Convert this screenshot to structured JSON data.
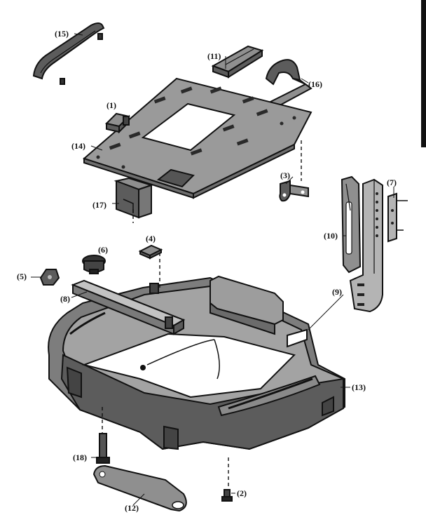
{
  "diagram": {
    "parts": [
      {
        "id": "p1",
        "label": "(1)"
      },
      {
        "id": "p2",
        "label": "(2)"
      },
      {
        "id": "p3",
        "label": "(3)"
      },
      {
        "id": "p4",
        "label": "(4)"
      },
      {
        "id": "p5",
        "label": "(5)"
      },
      {
        "id": "p6",
        "label": "(6)"
      },
      {
        "id": "p7",
        "label": "(7)"
      },
      {
        "id": "p8",
        "label": "(8)"
      },
      {
        "id": "p9",
        "label": "(9)"
      },
      {
        "id": "p10",
        "label": "(10)"
      },
      {
        "id": "p11",
        "label": "(11)"
      },
      {
        "id": "p12",
        "label": "(12)"
      },
      {
        "id": "p13",
        "label": "(13)"
      },
      {
        "id": "p14",
        "label": "(14)"
      },
      {
        "id": "p15",
        "label": "(15)"
      },
      {
        "id": "p16",
        "label": "(16)"
      },
      {
        "id": "p17",
        "label": "(17)"
      },
      {
        "id": "p18",
        "label": "(18)"
      }
    ]
  }
}
